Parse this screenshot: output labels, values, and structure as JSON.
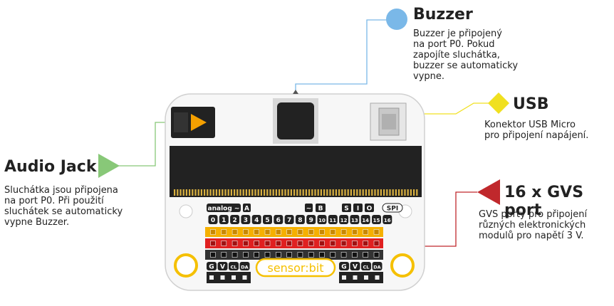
{
  "callouts": {
    "buzzer": {
      "title": "Buzzer",
      "lines": [
        "Buzzer je připojený",
        "na port P0. Pokud",
        "zapojíte sluchátka,",
        "buzzer se automaticky",
        "vypne."
      ],
      "color": "#7ab8e8"
    },
    "usb": {
      "title": "USB",
      "lines": [
        "Konektor USB Micro",
        "pro připojení napájení."
      ],
      "color": "#f0e020"
    },
    "audio_jack": {
      "title": "Audio Jack",
      "lines": [
        "Sluchátka jsou připojena",
        "na port P0. Při použití",
        "sluchátek se automaticky",
        "vypne Buzzer."
      ],
      "color": "#88c878"
    },
    "gvs": {
      "title": "16 x GVS port",
      "lines": [
        "GVS porty pro připojení",
        "různých elektronických",
        "modulů pro napětí 3 V."
      ],
      "color": "#c0282c"
    }
  },
  "board": {
    "brand_label": "sensor:bit",
    "analog_label": "analog ~",
    "a_label": "A",
    "b_label": "B",
    "tilde_label": "~",
    "spi_label": "SPI",
    "spi_pins": [
      "S",
      "I",
      "O"
    ],
    "analog_pins": [
      "0",
      "1",
      "2",
      "3",
      "4"
    ],
    "digital_pins": [
      "5",
      "6",
      "7",
      "8",
      "9"
    ],
    "b_pins": [
      "10",
      "11",
      "12"
    ],
    "spi_numbers": [
      "13",
      "14",
      "15",
      "16"
    ],
    "i2c_left": [
      "G",
      "V",
      "CL",
      "DA"
    ],
    "i2c_right": [
      "G",
      "V",
      "CL",
      "DA"
    ],
    "colors": {
      "signal_row": "#f5b000",
      "power_row": "#e02020",
      "ground_row": "#333333",
      "board": "#f7f7f7",
      "connector": "#222222"
    }
  }
}
